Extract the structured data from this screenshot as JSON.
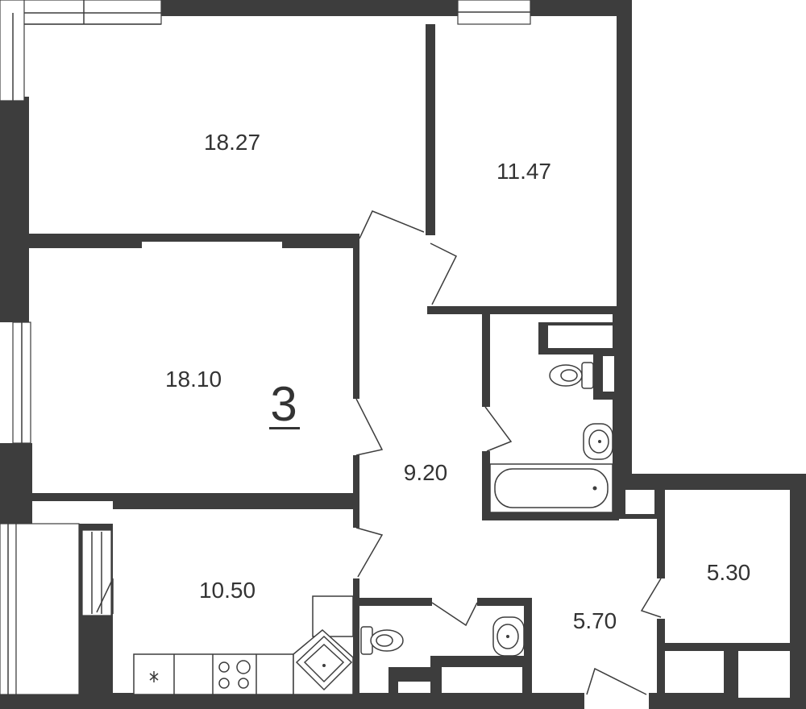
{
  "plan": {
    "apartment_number": "3",
    "rooms": {
      "bedroom_top": "18.27",
      "bedroom_right": "11.47",
      "living": "18.10",
      "hall": "9.20",
      "kitchen": "10.50",
      "corridor": "5.70",
      "storage": "5.30"
    }
  },
  "colors": {
    "wall": "#3d3d3d",
    "background": "#ffffff",
    "text": "#333333"
  },
  "icons": [
    "door-swing",
    "window",
    "toilet",
    "sink",
    "bathtub",
    "stove",
    "kitchen-sink",
    "fridge"
  ]
}
